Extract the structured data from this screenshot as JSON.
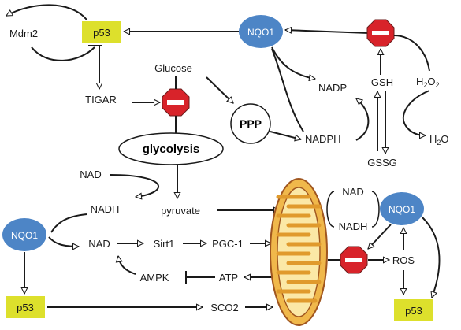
{
  "nodes": {
    "p53_top": "p53",
    "mdm2": "Mdm2",
    "nqo1_top": "NQO1",
    "tigar": "TIGAR",
    "glucose": "Glucose",
    "ppp": "PPP",
    "nadp": "NADP",
    "gsh": "GSH",
    "h2o2_base": "H",
    "h2o2_sub": "2",
    "h2o2_o": "O",
    "h2o2_sub2": "2",
    "nadph": "NADPH",
    "h2o_base": "H",
    "h2o_sub": "2",
    "h2o_o": "O",
    "gssg": "GSSG",
    "glycolysis": "glycolysis",
    "nad_top": "NAD",
    "nadh_left": "NADH",
    "pyruvate": "pyruvate",
    "nqo1_left": "NQO1",
    "nad_left": "NAD",
    "sirt1": "Sirt1",
    "pgc1": "PGC-1",
    "ampk": "AMPK",
    "atp": "ATP",
    "p53_bottom_left": "p53",
    "sco2": "SCO2",
    "mito_nad": "NAD",
    "mito_nadh": "NADH",
    "nqo1_right": "NQO1",
    "ros": "ROS",
    "p53_bottom_right": "p53"
  },
  "colors": {
    "p53_fill": "#dde02c",
    "nqo1_fill": "#4d85c6",
    "stop_fill": "#d8232a",
    "mito_outer": "#f0b84b",
    "mito_inner": "#fbe8a6",
    "mito_stroke": "#a0561f"
  }
}
